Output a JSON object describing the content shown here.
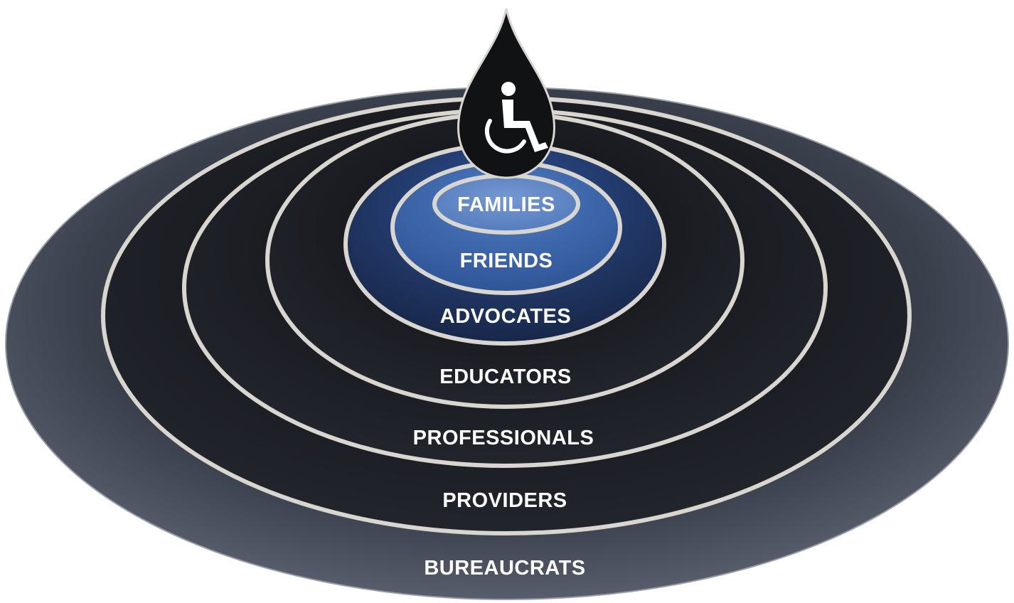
{
  "diagram": {
    "rings": [
      {
        "label": "BUREAUCRATS"
      },
      {
        "label": "PROVIDERS"
      },
      {
        "label": "PROFESSIONALS"
      },
      {
        "label": "EDUCATORS"
      },
      {
        "label": "ADVOCATES"
      },
      {
        "label": "FRIENDS"
      },
      {
        "label": "FAMILIES"
      }
    ],
    "center_icon": "wheelchair-icon",
    "colors": {
      "outer_ring": "#3a3f4c",
      "dark_ring": "#16181d",
      "blue_ring": "#22386a",
      "light_blue_ring": "#3f68ad",
      "center": "#5f86c6",
      "outline": "#d9d6d0",
      "drop": "#111214"
    }
  }
}
